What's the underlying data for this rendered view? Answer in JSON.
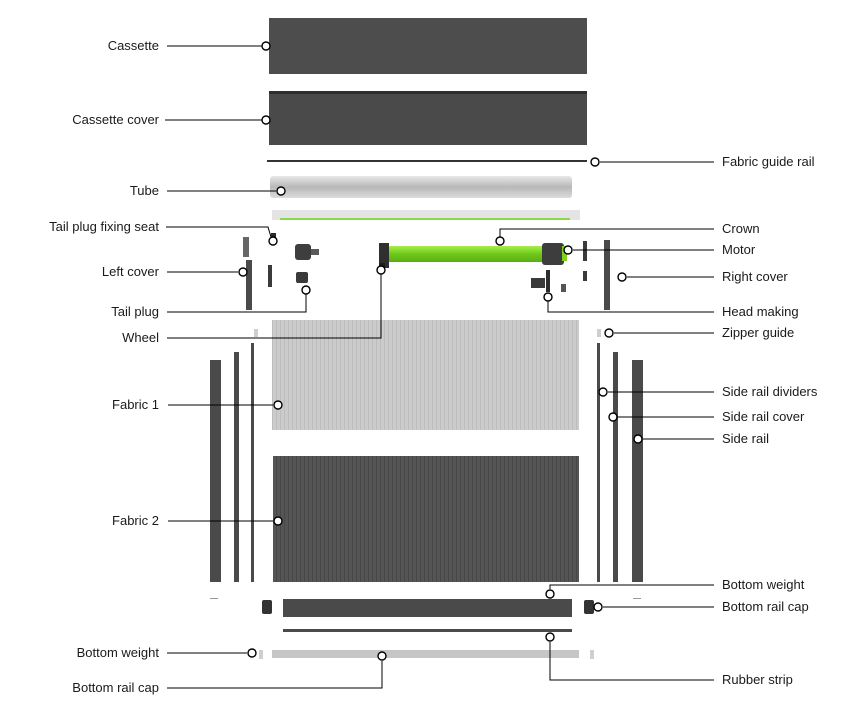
{
  "labels": {
    "cassette": "Cassette",
    "cassette_cover": "Cassette cover",
    "fabric_guide_rail": "Fabric guide rail",
    "tube": "Tube",
    "tail_plug_fixing_seat": "Tail plug fixing seat",
    "crown": "Crown",
    "motor": "Motor",
    "left_cover": "Left cover",
    "right_cover": "Right cover",
    "tail_plug": "Tail plug",
    "head_making": "Head making",
    "wheel": "Wheel",
    "zipper_guide": "Zipper guide",
    "side_rail_dividers": "Side rail dividers",
    "fabric_1": "Fabric 1",
    "side_rail_cover": "Side rail cover",
    "side_rail": "Side rail",
    "fabric_2": "Fabric 2",
    "bottom_weight_right": "Bottom weight",
    "bottom_rail_cap_right": "Bottom rail cap",
    "bottom_weight_left": "Bottom weight",
    "rubber_strip": "Rubber strip",
    "bottom_rail_cap_left": "Bottom rail cap"
  },
  "colors": {
    "dark_part": "#4a4a4a",
    "motor_green": "#7ed321",
    "fabric_light": "#c9c9c9",
    "fabric_dark": "#555555",
    "leader_line": "#000000"
  }
}
